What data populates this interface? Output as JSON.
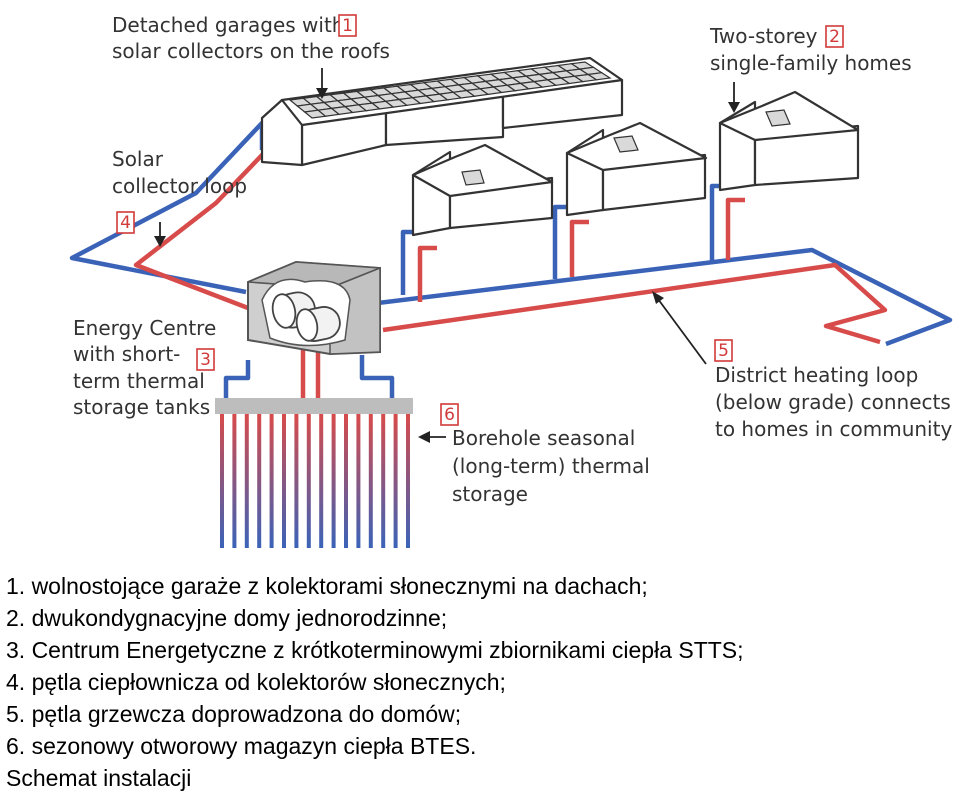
{
  "labels": {
    "garages": [
      "Detached garages with",
      "solar collectors on the roofs"
    ],
    "homes": [
      "Two-storey",
      "single-family homes"
    ],
    "loop": [
      "Solar",
      "collector loop"
    ],
    "centre": [
      "Energy Centre",
      "with short-",
      "term thermal",
      "storage tanks"
    ],
    "district": [
      "District heating loop",
      "(below grade) connects",
      "to homes in community"
    ],
    "borehole": [
      "Borehole seasonal",
      "(long-term) thermal",
      "storage"
    ]
  },
  "numbers": {
    "n1": "1",
    "n2": "2",
    "n3": "3",
    "n4": "4",
    "n5": "5",
    "n6": "6"
  },
  "colors": {
    "supply": "#d84b4b",
    "return": "#3a63b8",
    "callout": "#d23a3a"
  },
  "legend": [
    "1. wolnostojące garaże z kolektorami słonecznymi na dachach;",
    "2. dwukondygnacyjne domy jednorodzinne;",
    "3. Centrum Energetyczne z krótkoterminowymi zbiornikami ciepła STTS;",
    "4. pętla ciepłownicza od kolektorów słonecznych;",
    "5. pętla grzewcza doprowadzona do domów;",
    "6. sezonowy otworowy magazyn ciepła BTES."
  ],
  "caption": "Schemat instalacji"
}
